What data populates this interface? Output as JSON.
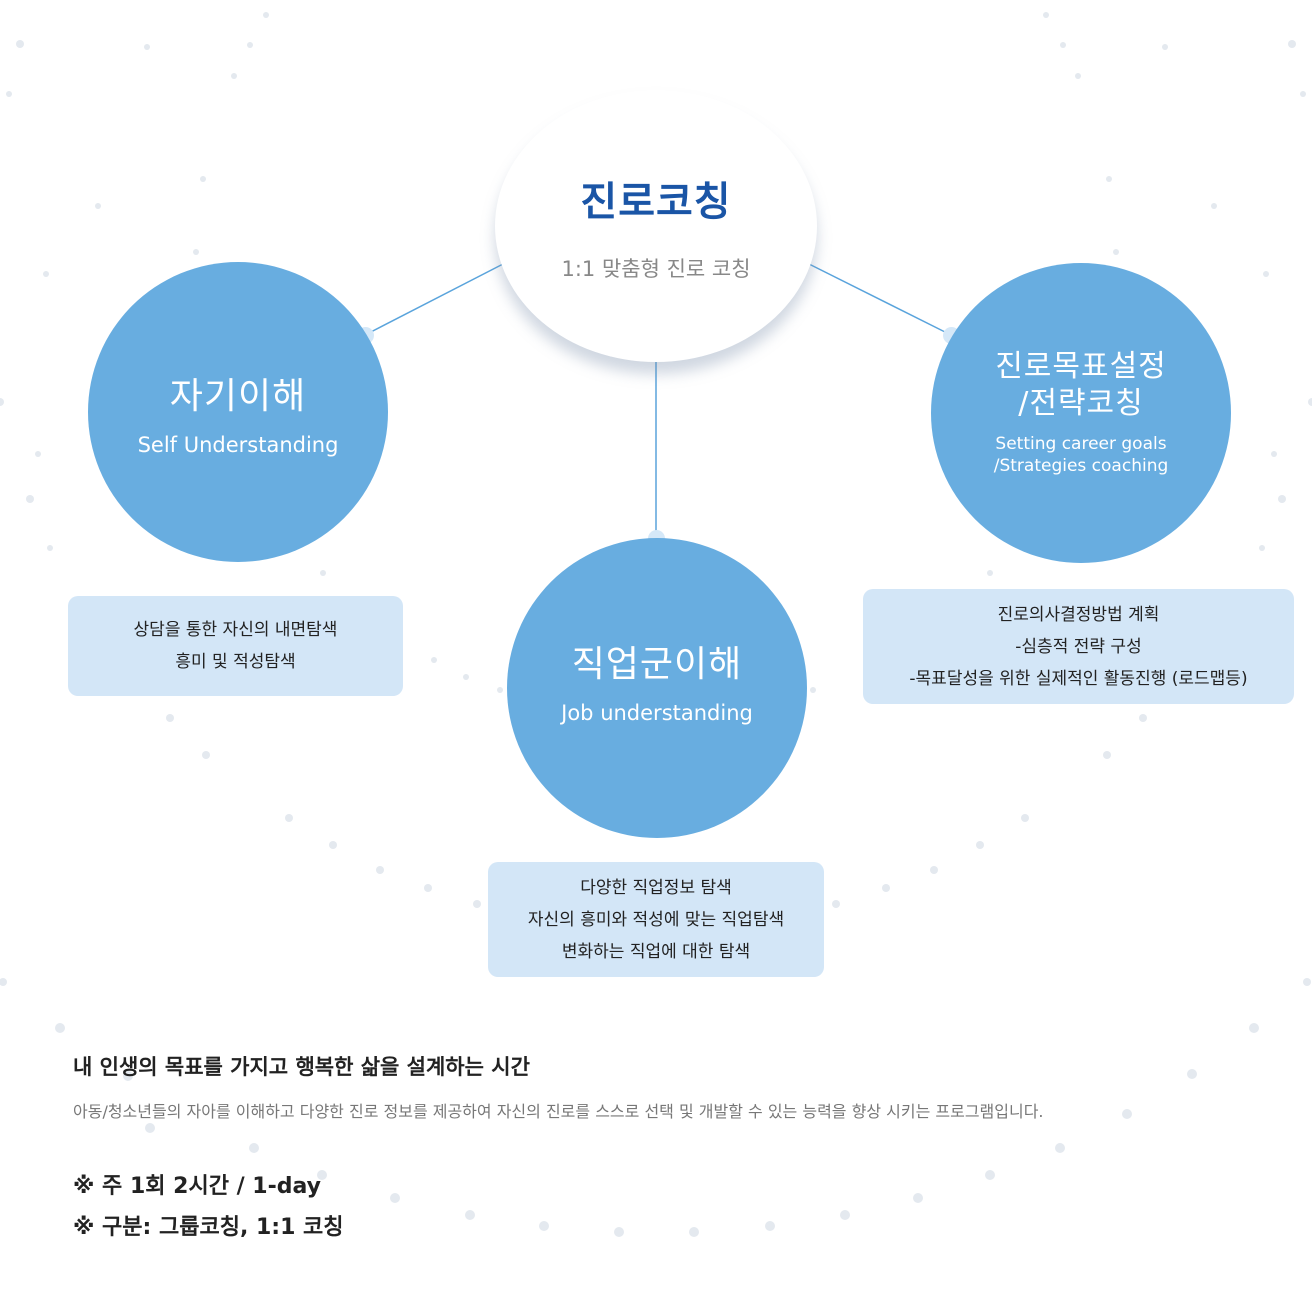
{
  "center": {
    "title": "진로코칭",
    "subtitle": "1:1 맞춤형 진로 코칭"
  },
  "nodes": [
    {
      "title": "자기이해",
      "subtitle": "Self Understanding",
      "details": [
        "상담을 통한 자신의 내면탐색",
        "흥미 및 적성탐색"
      ]
    },
    {
      "title_lines": [
        "진로목표설정",
        "/전략코칭"
      ],
      "subtitle_lines": [
        "Setting career goals",
        "/Strategies coaching"
      ],
      "details": [
        "진로의사결정방법 계획",
        "-심층적 전략 구성",
        "-목표달성을 위한 실제적인 활동진행 (로드맵등)"
      ]
    },
    {
      "title": "직업군이해",
      "subtitle": "Job understanding",
      "details": [
        "다양한 직업정보 탐색",
        "자신의 흥미와 적성에 맞는 직업탐색",
        "변화하는 직업에 대한 탐색"
      ]
    }
  ],
  "program": {
    "headline": "내 인생의 목표를 가지고 행복한 삶을 설계하는 시간",
    "description": "아동/청소년들의 자아를 이해하고 다양한 진로 정보를 제공하여 자신의 진로를 스스로 선택 및 개발할 수 있는 능력을 향상 시키는 프로그램입니다.",
    "notes": [
      "※ 주 1회 2시간 / 1-day",
      "※ 구분: 그룹코칭, 1:1 코칭"
    ]
  },
  "colors": {
    "accent": "#68ade0",
    "title": "#1a55a6",
    "box": "#d3e6f7"
  }
}
